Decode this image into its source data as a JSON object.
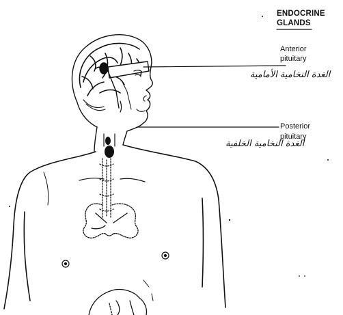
{
  "diagram": {
    "title_line1": "ENDOCRINE",
    "title_line2": "GLANDS",
    "labels": [
      {
        "id": "anterior",
        "line1": "Anterior",
        "line2": "pituitary",
        "arabic": "الغدة النخامية الأمامية"
      },
      {
        "id": "posterior",
        "line1": "Posterior",
        "line2": "pituitary",
        "arabic": "الغدة النخامية الخلفية"
      }
    ],
    "colors": {
      "ink": "#111111",
      "background": "#ffffff"
    }
  }
}
